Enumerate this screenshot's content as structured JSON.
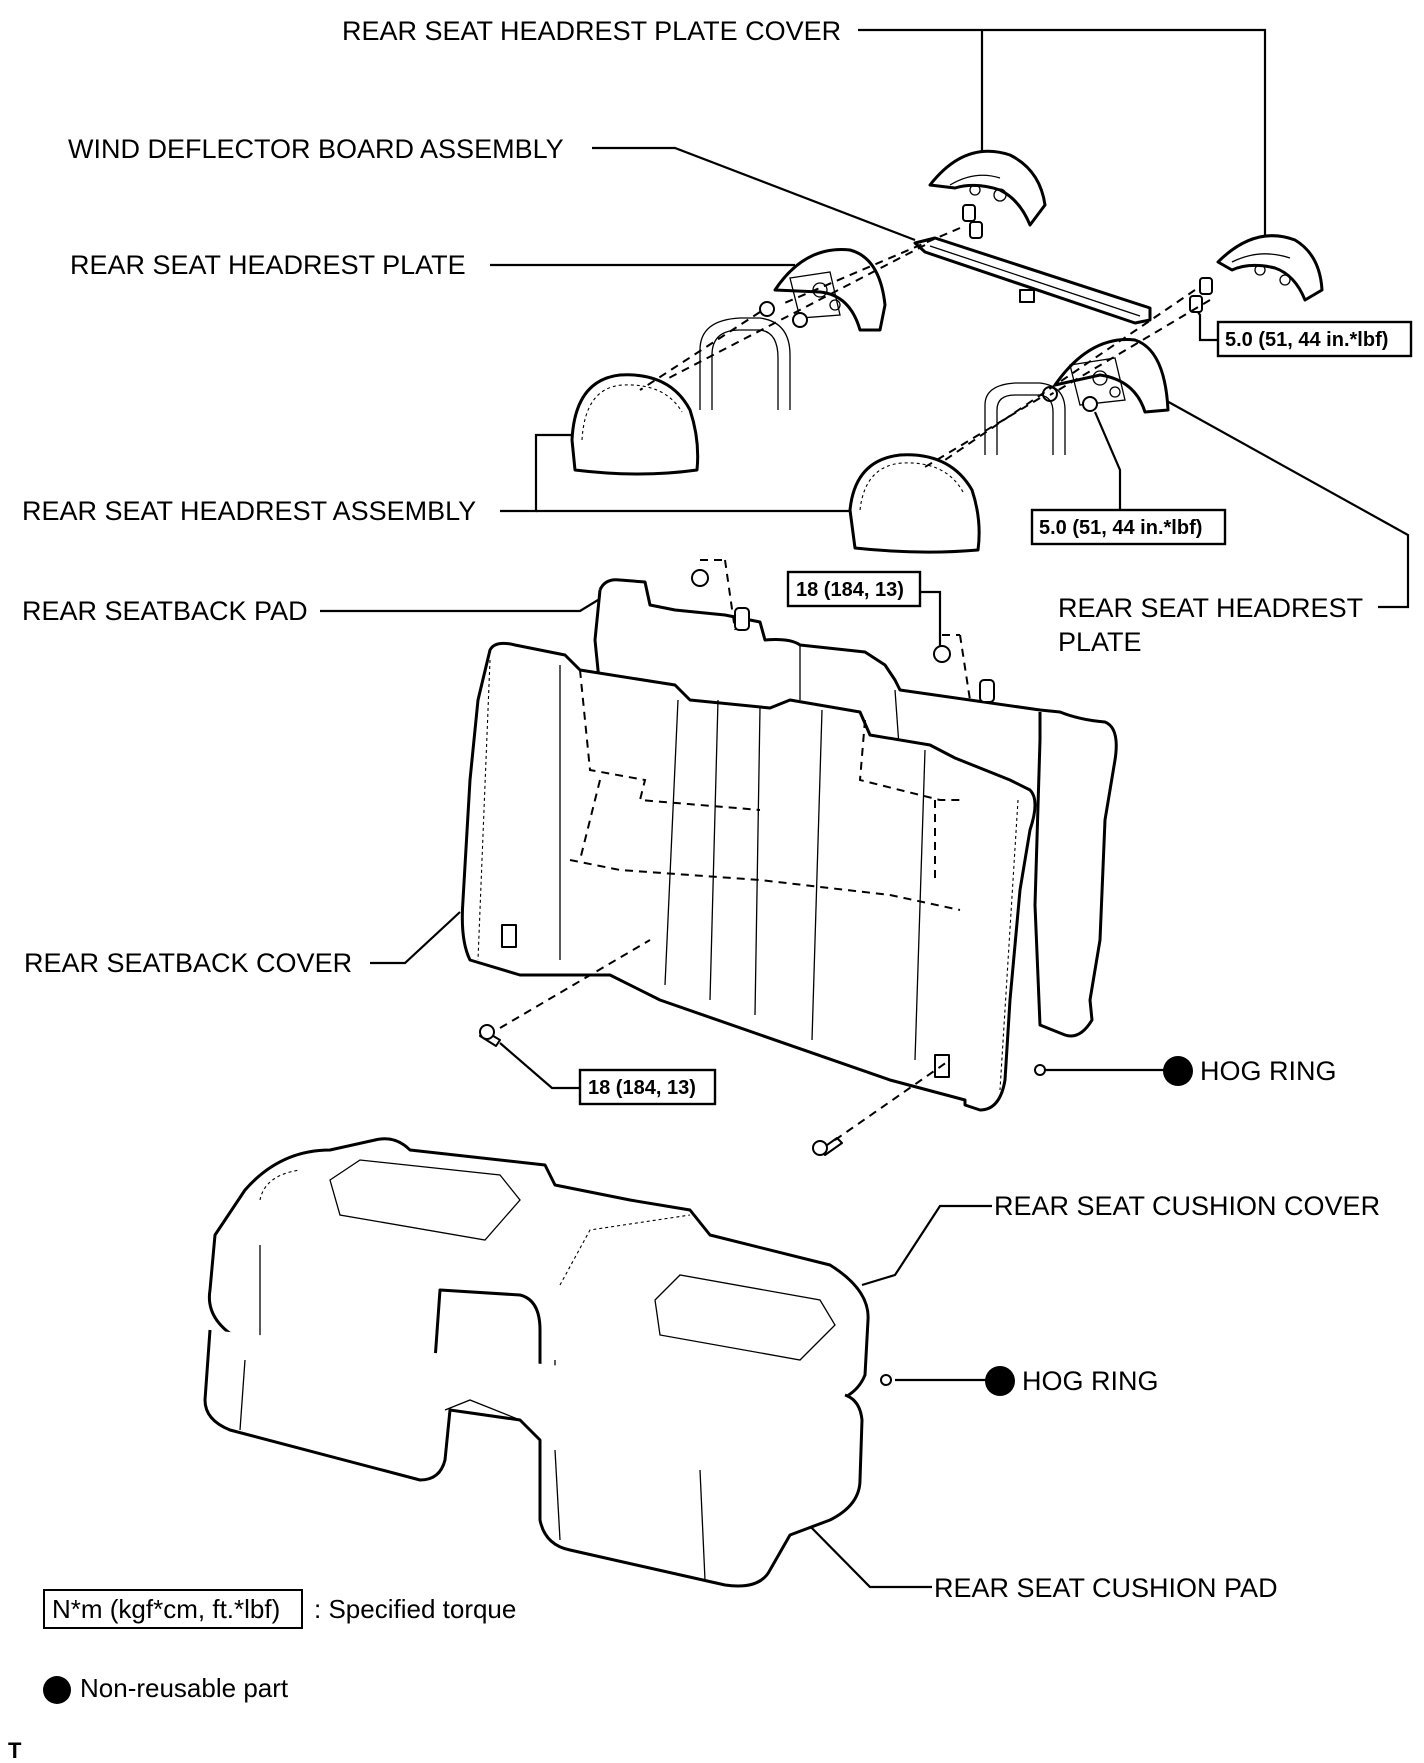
{
  "labels": {
    "headrest_plate_cover": "REAR SEAT HEADREST PLATE COVER",
    "wind_deflector": "WIND DEFLECTOR BOARD ASSEMBLY",
    "headrest_plate_left": "REAR SEAT HEADREST PLATE",
    "headrest_assembly": "REAR SEAT HEADREST ASSEMBLY",
    "seatback_pad": "REAR SEATBACK PAD",
    "headrest_plate_right_line1": "REAR SEAT HEADREST",
    "headrest_plate_right_line2": "PLATE",
    "seatback_cover": "REAR SEATBACK COVER",
    "hog_ring_upper": "HOG RING",
    "cushion_cover": "REAR SEAT CUSHION COVER",
    "hog_ring_lower": "HOG RING",
    "cushion_pad": "REAR SEAT CUSHION PAD"
  },
  "torque": {
    "headrest_plate_cover_bolt": "5.0 (51, 44 in.*lbf)",
    "headrest_plate_bolt": "5.0 (51, 44 in.*lbf)",
    "seatback_pad_nut": "18 (184, 13)",
    "seatback_bolt": "18 (184, 13)"
  },
  "legend": {
    "torque_key": "N*m (kgf*cm, ft.*lbf)",
    "torque_desc": ": Specified torque",
    "nonreusable_desc": "Non-reusable part"
  },
  "corner_mark": "T",
  "icons": {
    "nonreusable": "filled-circle-icon"
  }
}
